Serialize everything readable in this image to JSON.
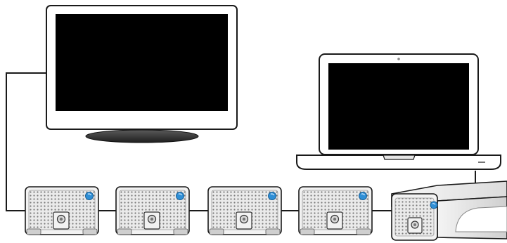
{
  "diagram": {
    "devices": [
      {
        "id": "monitor",
        "kind": "monitor",
        "icon": "monitor-icon"
      },
      {
        "id": "laptop",
        "kind": "laptop",
        "icon": "laptop-icon"
      },
      {
        "id": "drive-1",
        "kind": "drive",
        "icon": "hard-drive-icon"
      },
      {
        "id": "drive-2",
        "kind": "drive",
        "icon": "hard-drive-icon"
      },
      {
        "id": "drive-3",
        "kind": "drive",
        "icon": "hard-drive-icon"
      },
      {
        "id": "drive-4",
        "kind": "drive",
        "icon": "hard-drive-icon"
      },
      {
        "id": "drive-5",
        "kind": "drive-perspective",
        "icon": "hard-drive-icon"
      }
    ],
    "connections": [
      [
        "monitor",
        "drive-1"
      ],
      [
        "drive-1",
        "drive-2"
      ],
      [
        "drive-2",
        "drive-3"
      ],
      [
        "drive-3",
        "drive-4"
      ],
      [
        "drive-4",
        "drive-5"
      ],
      [
        "laptop",
        "drive-5"
      ]
    ],
    "colors": {
      "screen": "#000000",
      "bezel": "#ffffff",
      "outline": "#1a1a1a",
      "drive_body": "#e6e6e6",
      "drive_dots": "#7a7a7a",
      "status_light": "#2f8fd6",
      "stand": "#2b2b2b"
    }
  }
}
